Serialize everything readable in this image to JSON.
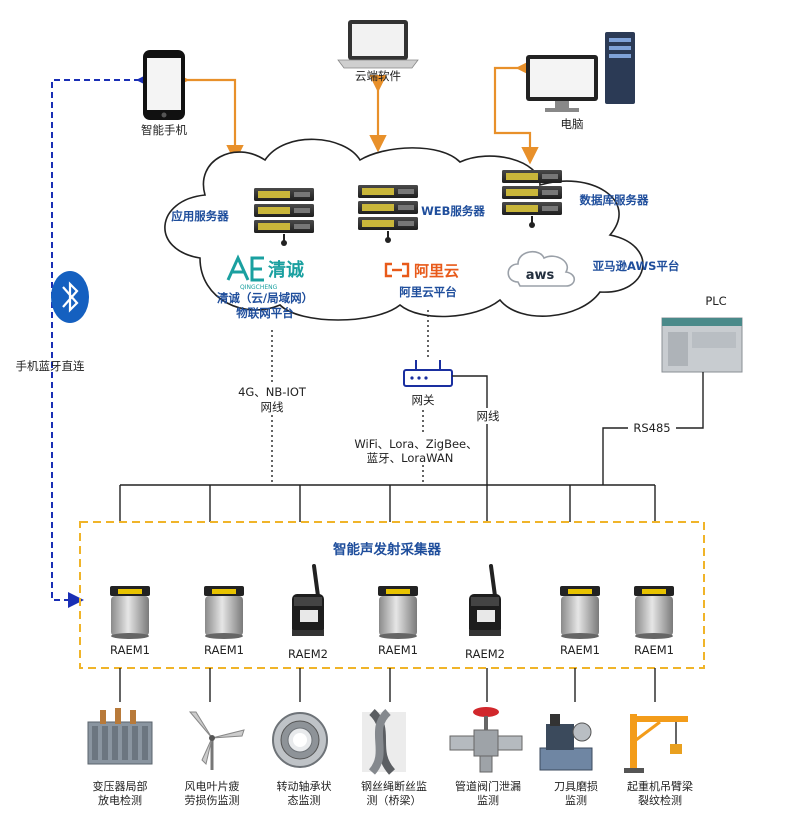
{
  "devices_top": {
    "phone": "智能手机",
    "cloud_software": "云端软件",
    "computer": "电脑",
    "plc": "PLC"
  },
  "cloud": {
    "app_server": "应用服务器",
    "web_server": "WEB服务器",
    "db_server": "数据库服务器",
    "aws_logo": "aws",
    "aws_platform": "亚马逊AWS平台",
    "qc_logo_text": "清诚",
    "qc_logo_sub": "QINGCHENG",
    "qc_platform_line1": "清诚（云/局域网）",
    "qc_platform_line2": "物联网平台",
    "ali_logo_text": "阿里云",
    "ali_platform": "阿里云平台"
  },
  "links": {
    "bluetooth": "手机蓝牙直连",
    "cellular_line1": "4G、NB-IOT",
    "cellular_line2": "网线",
    "gateway": "网关",
    "cable": "网线",
    "wireless_line1": "WiFi、Lora、ZigBee、",
    "wireless_line2": "蓝牙、LoraWAN",
    "rs485": "RS485"
  },
  "collector": {
    "title": "智能声发射采集器",
    "devices": [
      "RAEM1",
      "RAEM1",
      "RAEM2",
      "RAEM1",
      "RAEM2",
      "RAEM1",
      "RAEM1"
    ]
  },
  "monitoring": [
    {
      "line1": "变压器局部",
      "line2": "放电检测",
      "icon": "transformer-icon"
    },
    {
      "line1": "风电叶片疲",
      "line2": "劳损伤监测",
      "icon": "wind-turbine-icon"
    },
    {
      "line1": "转动轴承状",
      "line2": "态监测",
      "icon": "bearing-icon"
    },
    {
      "line1": "钢丝绳断丝监",
      "line2": "测（桥梁）",
      "icon": "wire-rope-icon"
    },
    {
      "line1": "管道阀门泄漏",
      "line2": "监测",
      "icon": "valve-icon"
    },
    {
      "line1": "刀具磨损",
      "line2": "监测",
      "icon": "grinder-icon"
    },
    {
      "line1": "起重机吊臂梁",
      "line2": "裂纹检测",
      "icon": "crane-icon"
    }
  ],
  "colors": {
    "orange_link": "#e8902a",
    "blue_dashed": "#1a2fb5",
    "collector_border": "#f0b429",
    "label_blue": "#1f4e9c"
  }
}
